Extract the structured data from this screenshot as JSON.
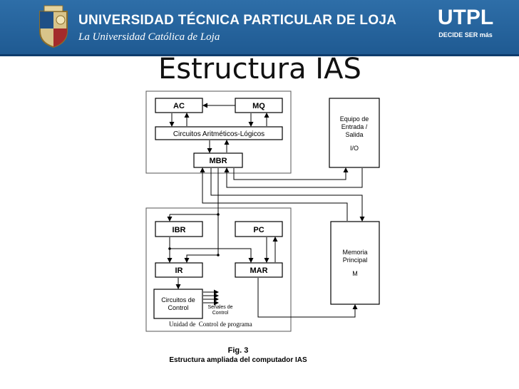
{
  "header": {
    "university": "UNIVERSIDAD TÉCNICA PARTICULAR DE LOJA",
    "subtitle": "La Universidad Católica de Loja",
    "brand": "UTPL",
    "brand_tag": "DECIDE SER más"
  },
  "slide": {
    "title": "Estructura IAS"
  },
  "diagram": {
    "ac": "AC",
    "mq": "MQ",
    "alu": "Circuitos Aritméticos-Lógicos",
    "mbr": "MBR",
    "io": [
      "Equipo de",
      "Entrada /",
      "Salida",
      "I/O"
    ],
    "ibr": "IBR",
    "pc": "PC",
    "ir": "IR",
    "mar": "MAR",
    "control": [
      "Circuitos de",
      "Control"
    ],
    "signals": [
      "Señales de",
      "Control"
    ],
    "control_unit": "Unidad de  Control de programa",
    "memory": [
      "Memoria",
      "Principal",
      "M"
    ]
  },
  "caption": {
    "figure": "Fig. 3",
    "description": "Estructura ampliada del computador IAS"
  },
  "colors": {
    "header_blue": "#2b6aa6",
    "header_line": "#0f3c6c"
  }
}
